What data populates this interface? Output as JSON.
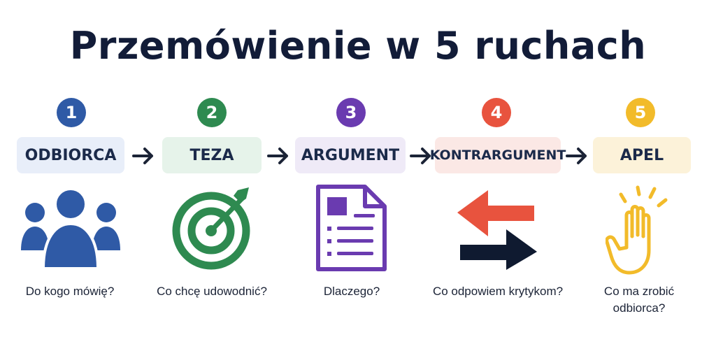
{
  "title": "Przemówienie w 5 ruchach",
  "steps": [
    {
      "number": "1",
      "label": "ODBIORCA",
      "question": "Do kogo mówię?",
      "icon": "audience-icon",
      "accent": "#2f5aa6",
      "fill": "#e8eef9"
    },
    {
      "number": "2",
      "label": "TEZA",
      "question": "Co chcę udowodnić?",
      "icon": "target-icon",
      "accent": "#2e8a50",
      "fill": "#e6f3ea"
    },
    {
      "number": "3",
      "label": "ARGUMENT",
      "question": "Dlaczego?",
      "icon": "document-icon",
      "accent": "#6a3bb0",
      "fill": "#efeaf7"
    },
    {
      "number": "4",
      "label": "KONTRARGUMENT",
      "question": "Co odpowiem krytykom?",
      "icon": "exchange-arrows-icon",
      "accent": "#e8533e",
      "fill": "#fbe8e5"
    },
    {
      "number": "5",
      "label": "APEL",
      "question_lines": [
        "Co ma zrobić",
        "odbiorca?"
      ],
      "icon": "raised-hand-icon",
      "accent": "#f2bb2a",
      "fill": "#fcf2d9"
    }
  ],
  "colors": {
    "arrow": "#1b2336",
    "text": "#1b2336"
  }
}
